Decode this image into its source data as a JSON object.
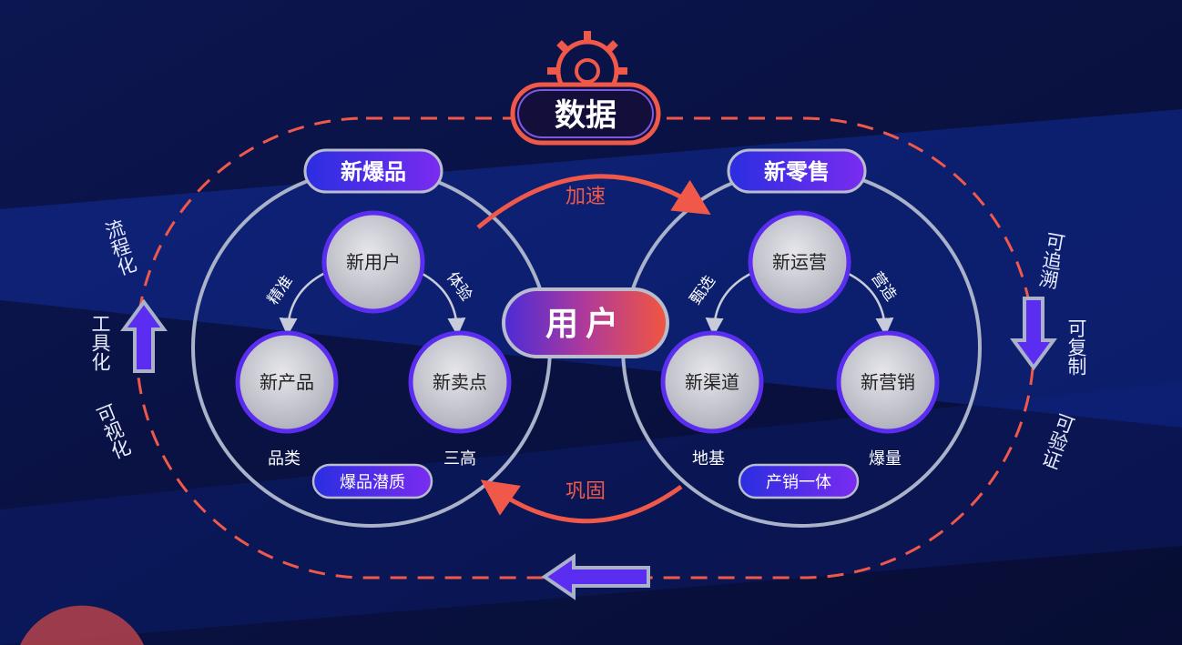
{
  "center": {
    "title": "数据",
    "core": "用户"
  },
  "left": {
    "header": "新爆品",
    "top": "新用户",
    "bottom_left": "新产品",
    "bottom_right": "新卖点",
    "edge_left": "精准",
    "edge_right": "体验",
    "caption_left": "品类",
    "caption_right": "三高",
    "badge": "爆品潜质"
  },
  "right": {
    "header": "新零售",
    "top": "新运营",
    "bottom_left": "新渠道",
    "bottom_right": "新营销",
    "edge_left": "甄选",
    "edge_right": "营造",
    "caption_left": "地基",
    "caption_right": "爆量",
    "badge": "产销一体"
  },
  "flows": {
    "accelerate": "加速",
    "consolidate": "巩固"
  },
  "side_left": [
    "流程化",
    "工具化",
    "可视化"
  ],
  "side_right": [
    "可追溯",
    "可复制",
    "可验证"
  ],
  "colors": {
    "accent_red": "#f0584a",
    "accent_purple": "#5a2df0",
    "bg": "#0a1240",
    "ring": "#a9b2c8"
  }
}
